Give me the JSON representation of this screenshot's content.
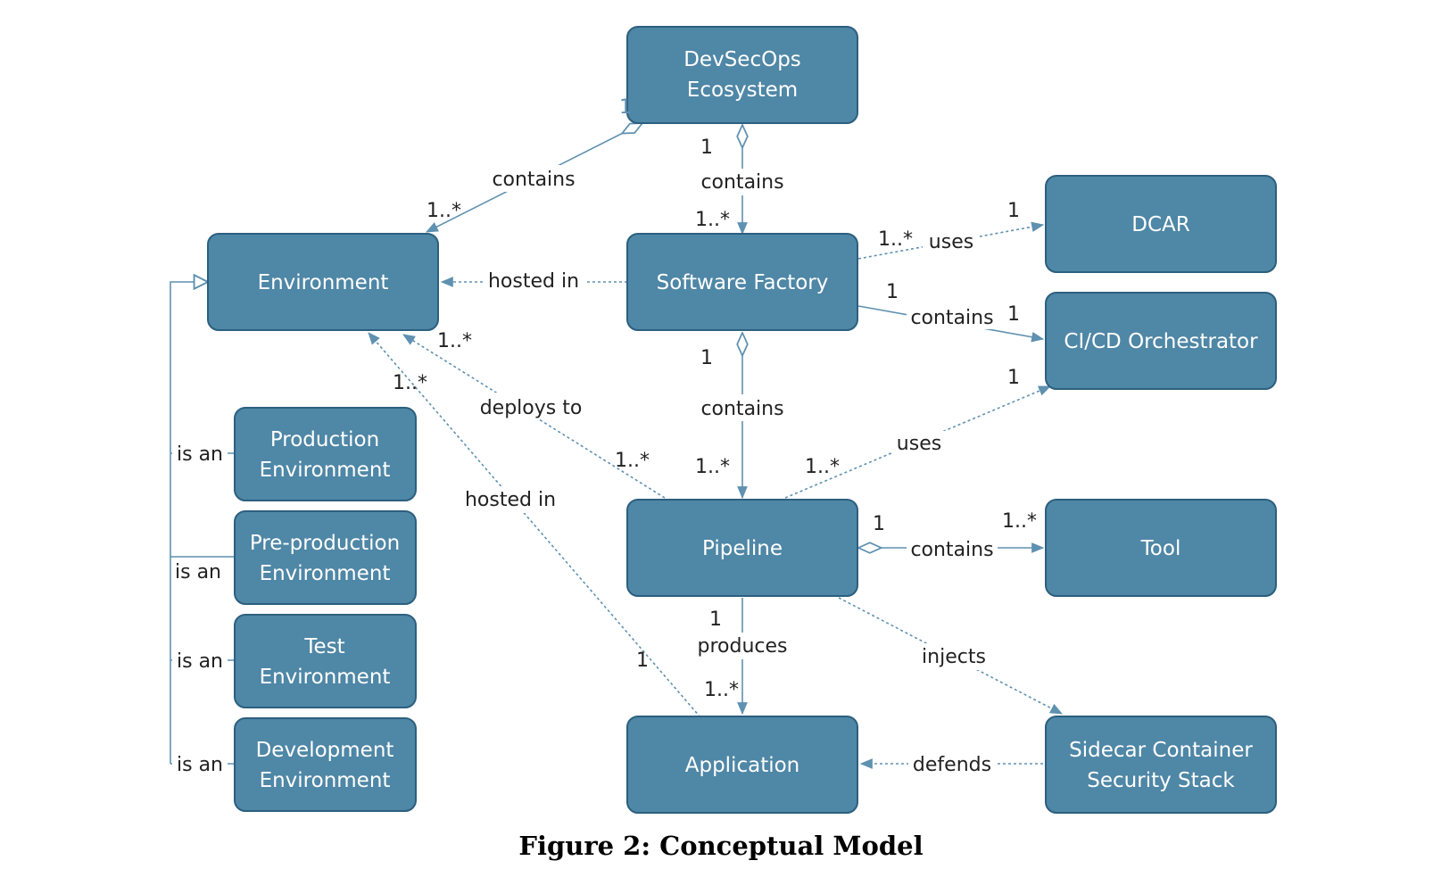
{
  "colors": {
    "node_fill": "#4f87a6",
    "node_stroke": "#2c5f7f",
    "edge": "#5f91b0"
  },
  "nodes": {
    "devsecops": {
      "lines": [
        "DevSecOps",
        "Ecosystem"
      ]
    },
    "environment": {
      "lines": [
        "Environment"
      ]
    },
    "software_factory": {
      "lines": [
        "Software Factory"
      ]
    },
    "dcar": {
      "lines": [
        "DCAR"
      ]
    },
    "cicd": {
      "lines": [
        "CI/CD Orchestrator"
      ]
    },
    "production": {
      "lines": [
        "Production",
        "Environment"
      ]
    },
    "preproduction": {
      "lines": [
        "Pre-production",
        "Environment"
      ]
    },
    "test": {
      "lines": [
        "Test",
        "Environment"
      ]
    },
    "development": {
      "lines": [
        "Development",
        "Environment"
      ]
    },
    "pipeline": {
      "lines": [
        "Pipeline"
      ]
    },
    "tool": {
      "lines": [
        "Tool"
      ]
    },
    "application": {
      "lines": [
        "Application"
      ]
    },
    "sidecar": {
      "lines": [
        "Sidecar Container",
        "Security Stack"
      ]
    }
  },
  "edges": {
    "eco_env": {
      "label": "contains",
      "m1": "1",
      "m2": "1..*"
    },
    "eco_sf": {
      "label": "contains",
      "m1": "1",
      "m2": "1..*"
    },
    "sf_env": {
      "label": "hosted in"
    },
    "sf_dcar": {
      "label": "uses",
      "m1": "1..*",
      "m2": "1"
    },
    "sf_cicd": {
      "label": "contains",
      "m1": "1",
      "m2": "1"
    },
    "sf_pipe": {
      "label": "contains",
      "m1": "1",
      "m2": "1..*"
    },
    "pipe_env": {
      "label": "deploys to",
      "m1": "1..*",
      "m2": "1..*"
    },
    "app_env": {
      "label": "hosted in",
      "m1": "1",
      "m2": "1..*"
    },
    "pipe_cicd": {
      "label": "uses",
      "m1": "1..*",
      "m2": "1"
    },
    "pipe_tool": {
      "label": "contains",
      "m1": "1",
      "m2": "1..*"
    },
    "pipe_app": {
      "label": "produces",
      "m1": "1",
      "m2": "1..*"
    },
    "pipe_sidecar": {
      "label": "injects"
    },
    "sidecar_app": {
      "label": "defends"
    },
    "isa_production": {
      "label": "is an"
    },
    "isa_preproduction": {
      "label": "is an"
    },
    "isa_test": {
      "label": "is an"
    },
    "isa_development": {
      "label": "is an"
    }
  },
  "caption": "Figure 2: Conceptual Model"
}
